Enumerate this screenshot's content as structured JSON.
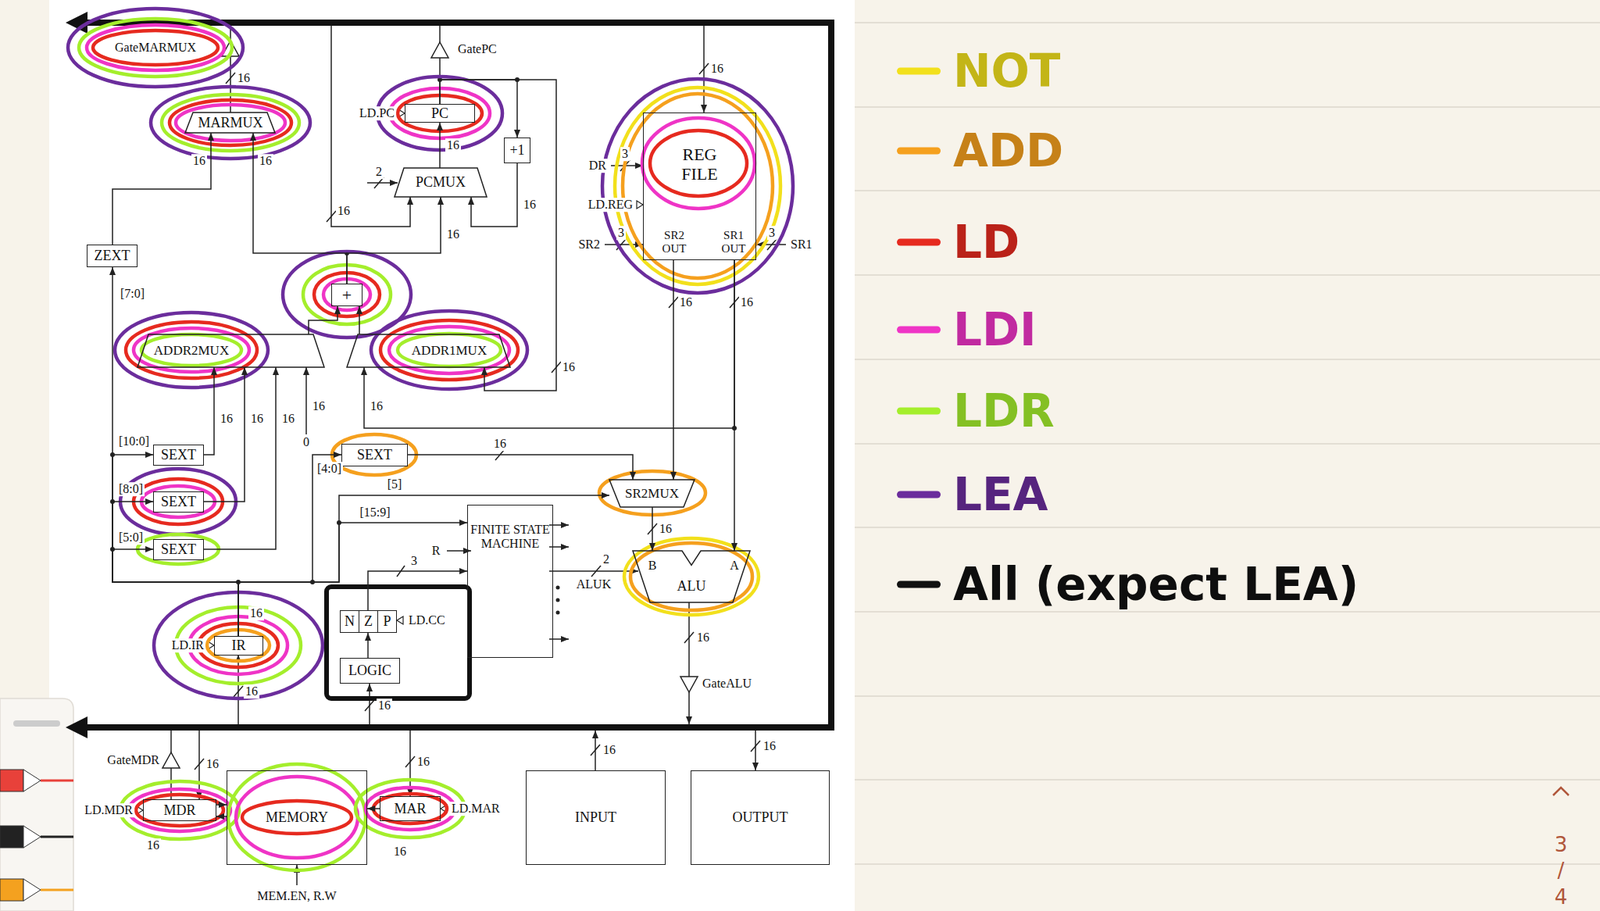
{
  "diagram": {
    "nodes": [
      {
        "text": [
          "MARMUX"
        ]
      },
      {
        "text": [
          "PC"
        ]
      },
      {
        "text": [
          "+1"
        ]
      },
      {
        "text": [
          "PCMUX"
        ]
      },
      {
        "text": [
          "REG FILE",
          "SR2 OUT",
          "SR1 OUT"
        ]
      },
      {
        "text": [
          "ZEXT"
        ]
      },
      {
        "text": [
          "+"
        ]
      },
      {
        "text": [
          "ADDR2MUX"
        ]
      },
      {
        "text": [
          "ADDR1MUX"
        ]
      },
      {
        "text": [
          "SEXT"
        ]
      },
      {
        "text": [
          "SEXT"
        ]
      },
      {
        "text": [
          "SR2MUX"
        ]
      },
      {
        "text": [
          "SEXT"
        ]
      },
      {
        "text": [
          "FINITE STATE MACHINE"
        ]
      },
      {
        "text": [
          "SEXT"
        ]
      },
      {
        "text": [
          "ALU"
        ]
      },
      {
        "text": [
          "N"
        ]
      },
      {
        "text": [
          "Z"
        ]
      },
      {
        "text": [
          "P"
        ]
      },
      {
        "text": [
          "IR"
        ]
      },
      {
        "text": [
          "LOGIC"
        ]
      },
      {
        "text": [
          "MDR"
        ]
      },
      {
        "text": [
          "MEMORY"
        ]
      },
      {
        "text": [
          "MAR"
        ]
      },
      {
        "text": [
          "INPUT"
        ]
      },
      {
        "text": [
          "OUTPUT"
        ]
      }
    ],
    "edges": [
      {
        "from": 1,
        "to": 2,
        "arrow": "to"
      },
      {
        "from": 2,
        "to": 3,
        "arrow": "to"
      },
      {
        "from": 3,
        "to": 1,
        "arrow": "to"
      },
      {
        "from": 6,
        "to": 3,
        "arrow": "to"
      },
      {
        "from": 6,
        "to": 0,
        "arrow": "to"
      },
      {
        "from": 5,
        "to": 0,
        "arrow": "to"
      },
      {
        "from": 4,
        "to": 8,
        "arrow": "to"
      },
      {
        "from": 1,
        "to": 8,
        "arrow": "to"
      },
      {
        "from": 8,
        "to": 6,
        "arrow": "to"
      },
      {
        "from": 7,
        "to": 6,
        "arrow": "to"
      },
      {
        "from": 9,
        "to": 7,
        "arrow": "to"
      },
      {
        "from": 12,
        "to": 7,
        "arrow": "to"
      },
      {
        "from": 14,
        "to": 7,
        "arrow": "to"
      },
      {
        "from": 19,
        "to": 5,
        "arrow": "to"
      },
      {
        "from": 19,
        "to": 9,
        "arrow": "to"
      },
      {
        "from": 19,
        "to": 12,
        "arrow": "to"
      },
      {
        "from": 19,
        "to": 14,
        "arrow": "to"
      },
      {
        "from": 19,
        "to": 10,
        "arrow": "to"
      },
      {
        "from": 19,
        "to": 13,
        "arrow": "to"
      },
      {
        "from": 19,
        "to": 11,
        "arrow": "to"
      },
      {
        "from": 10,
        "to": 11,
        "arrow": "to"
      },
      {
        "from": 4,
        "to": 11,
        "arrow": "to"
      },
      {
        "from": 4,
        "to": 15,
        "arrow": "to"
      },
      {
        "from": 11,
        "to": 15,
        "arrow": "to"
      },
      {
        "from": 20,
        "to": 17,
        "arrow": "to"
      },
      {
        "from": 17,
        "to": 13,
        "arrow": "to"
      },
      {
        "from": 21,
        "to": 22,
        "arrow": "to"
      },
      {
        "from": 22,
        "to": 21,
        "arrow": "to"
      },
      {
        "from": 23,
        "to": 22,
        "arrow": "to"
      }
    ],
    "labels": [
      "GateMARMUX",
      "16",
      "GatePC",
      "16",
      "LD.PC",
      "16",
      "16",
      "16",
      "2",
      "DR",
      "3",
      "LD.REG",
      "SR2",
      "3",
      "SR1",
      "3",
      "16",
      "16",
      "16",
      "[7:0]",
      "16",
      "16",
      "16",
      "[10:0]",
      "0",
      "16",
      "16",
      "16",
      "16",
      "16",
      "16",
      "[8:0]",
      "[4:0]",
      "[5]",
      "[15:9]",
      "16",
      "[5:0]",
      "R",
      "3",
      "2",
      "B",
      "A",
      "ALUK",
      "16",
      "LD.CC",
      "LD.IR",
      "16",
      "GateALU",
      "16",
      "16",
      "GateMDR",
      "16",
      "16",
      "16",
      "16",
      "LD.MDR",
      "LD.MAR",
      "16",
      "16",
      "MEM.EN, R.W",
      "3",
      "/",
      "4"
    ],
    "legend": [
      {
        "text": "NOT",
        "color": "#f2e01c"
      },
      {
        "text": "ADD",
        "color": "#f5a01e"
      },
      {
        "text": "LD",
        "color": "#e62a1f"
      },
      {
        "text": "LDI",
        "color": "#ef34c6"
      },
      {
        "text": "LDR",
        "color": "#a4ee2c"
      },
      {
        "text": "LEA",
        "color": "#6b2d9c"
      },
      {
        "text": "All (expect LEA)",
        "color": "#111111"
      }
    ]
  }
}
